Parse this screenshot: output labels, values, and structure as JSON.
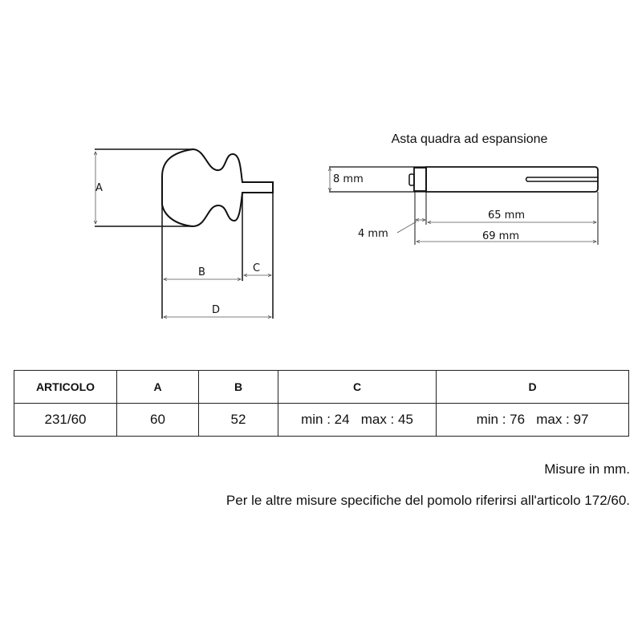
{
  "knob_drawing": {
    "labels": {
      "a": "A",
      "b": "B",
      "c": "C",
      "d": "D"
    }
  },
  "rod_drawing": {
    "title": "Asta quadra ad espansione",
    "labels": {
      "height": "8 mm",
      "nut": "4 mm",
      "body": "65 mm",
      "total": "69 mm"
    }
  },
  "table": {
    "headers": [
      "ARTICOLO",
      "A",
      "B",
      "C",
      "D"
    ],
    "rows": [
      [
        "231/60",
        "60",
        "52",
        "min : 24   max : 45",
        "min : 76   max : 97"
      ]
    ]
  },
  "notes": [
    "Misure in mm.",
    "Per le altre misure specifiche del pomolo riferirsi all'articolo 172/60."
  ]
}
